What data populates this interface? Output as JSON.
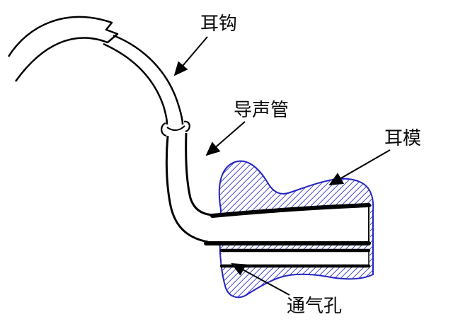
{
  "diagram": {
    "title": "hearing-aid-earmold-diagram",
    "labels": {
      "ear_hook": "耳钩",
      "sound_tube": "导声管",
      "ear_mold": "耳模",
      "vent_hole": "通气孔"
    },
    "colors": {
      "mold_blue": "#2424c0",
      "line_black": "#000000",
      "background": "#ffffff"
    }
  }
}
